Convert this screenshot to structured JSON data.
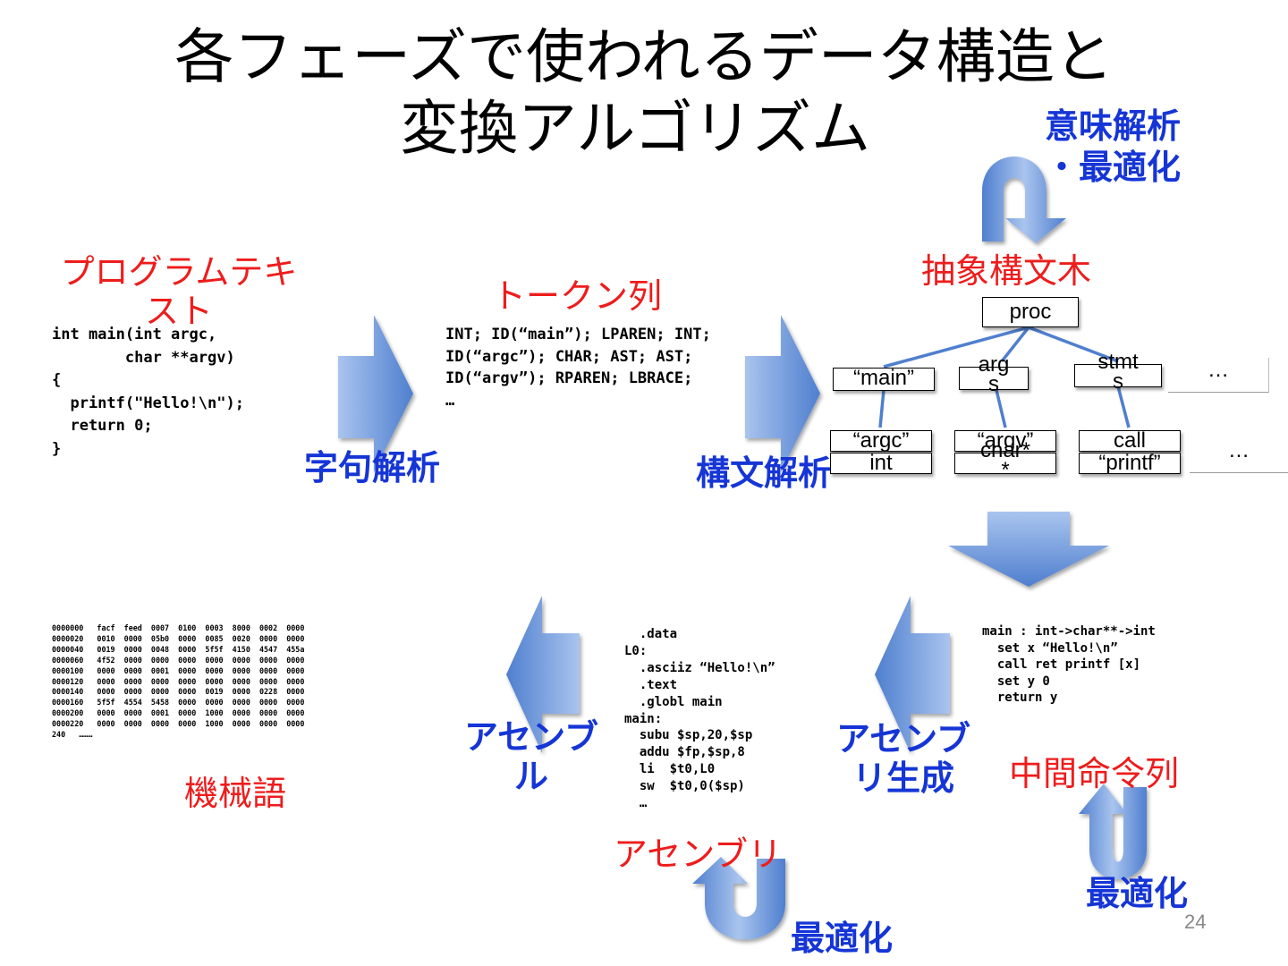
{
  "title": {
    "line1": "各フェーズで使われるデータ構造と",
    "line2": "変換アルゴリズム"
  },
  "labels": {
    "program_text": "プログラムテキスト",
    "program_text_l1": "プログラムテキ",
    "program_text_l2": "スト",
    "token_seq": "トークン列",
    "ast": "抽象構文木",
    "ir": "中間命令列",
    "assembly": "アセンブリ",
    "machine": "機械語"
  },
  "phases": {
    "lexical": "字句解析",
    "syntax": "構文解析",
    "semantic_l1": "意味解析",
    "semantic_l2": "・最適化",
    "asmgen_l1": "アセンブ",
    "asmgen_l2": "リ生成",
    "assemble_l1": "アセンブ",
    "assemble_l2": "ル",
    "optimize_ir": "最適化",
    "optimize_asm": "最適化"
  },
  "source_code": [
    "int main(int argc,",
    "        char **argv)",
    "{",
    "  printf(\"Hello!\\n\");",
    "  return 0;",
    "}"
  ],
  "tokens": [
    "INT; ID(“main”); LPAREN; INT;",
    "ID(“argc”); CHAR; AST; AST;",
    "ID(“argv”); RPAREN; LBRACE;",
    "…"
  ],
  "ast_nodes": {
    "proc": "proc",
    "main": "“main”",
    "args_l1": "arg",
    "args_l2": "s",
    "stmts_l1": "stmt",
    "stmts_l2": "s",
    "ellipsis1": "…",
    "argc": "“argc”",
    "int": "int",
    "argv": "“argv”",
    "charpp_l1": "char*",
    "charpp_l2": "*",
    "call": "call",
    "printf": "“printf”",
    "ellipsis2": "…"
  },
  "ir_code": [
    "main : int->char**->int",
    "  set x “Hello!\\n”",
    "  call ret printf [x]",
    "  set y 0",
    "  return y"
  ],
  "asm_code": [
    "  .data",
    "L0:",
    "  .asciiz “Hello!\\n”",
    "  .text",
    "  .globl main",
    "main:",
    "  subu $sp,20,$sp",
    "  addu $fp,$sp,8",
    "  li  $t0,L0",
    "  sw  $t0,0($sp)",
    "  …"
  ],
  "hex_dump": [
    "0000000   facf  feed  0007  0100  0003  8000  0002  0000",
    "0000020   0010  0000  05b0  0000  0085  0020  0000  0000",
    "0000040   0019  0000  0048  0000  5f5f  4150  4547  455a",
    "0000060   4f52  0000  0000  0000  0000  0000  0000  0000",
    "0000100   0000  0000  0001  0000  0000  0000  0000  0000",
    "0000120   0000  0000  0000  0000  0000  0000  0000  0000",
    "0000140   0000  0000  0000  0000  0019  0000  0228  0000",
    "0000160   5f5f  4554  5458  0000  0000  0000  0000  0000",
    "0000200   0000  0000  0001  0000  1000  0000  0000  0000",
    "0000220   0000  0000  0000  0000  1000  0000  0000  0000",
    "240   ………"
  ],
  "page_number": "24",
  "colors": {
    "label_red": "#ee1c1c",
    "phase_blue": "#1535d6",
    "arrow_light": "#a9c4ee",
    "arrow_dark": "#4f7fcf"
  }
}
